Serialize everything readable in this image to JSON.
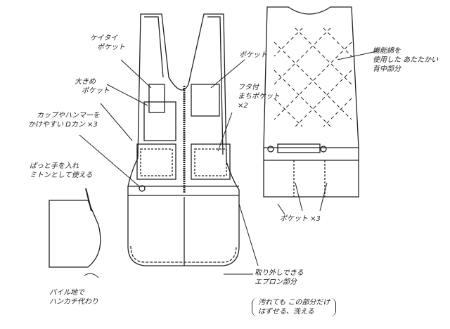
{
  "annotations": {
    "phone_pocket": [
      "ケイタイ",
      "ポケット"
    ],
    "large_pocket": [
      "大きめ",
      "ポケット"
    ],
    "d_rings": [
      "カップやハンマーを",
      "かけやすい Dカン ×3"
    ],
    "mitten": [
      "ぱっと手を入れ",
      "ミトンとして使える"
    ],
    "pile": [
      "パイル地で",
      "ハンカチ代わり"
    ],
    "pocket": [
      "ポケット"
    ],
    "flap_pockets": [
      "フタ付",
      "まちポケット",
      "×2"
    ],
    "back": [
      "機能綿を",
      "使用した あたたかい",
      "背中部分"
    ],
    "back_pockets": [
      "ポケット ×3"
    ],
    "apron": [
      "取り外しできる",
      "エプロン部分"
    ],
    "apron_note": [
      "汚れても この部分だけ",
      "はずせる、洗える"
    ]
  },
  "colors": {
    "ink": "#222222"
  }
}
